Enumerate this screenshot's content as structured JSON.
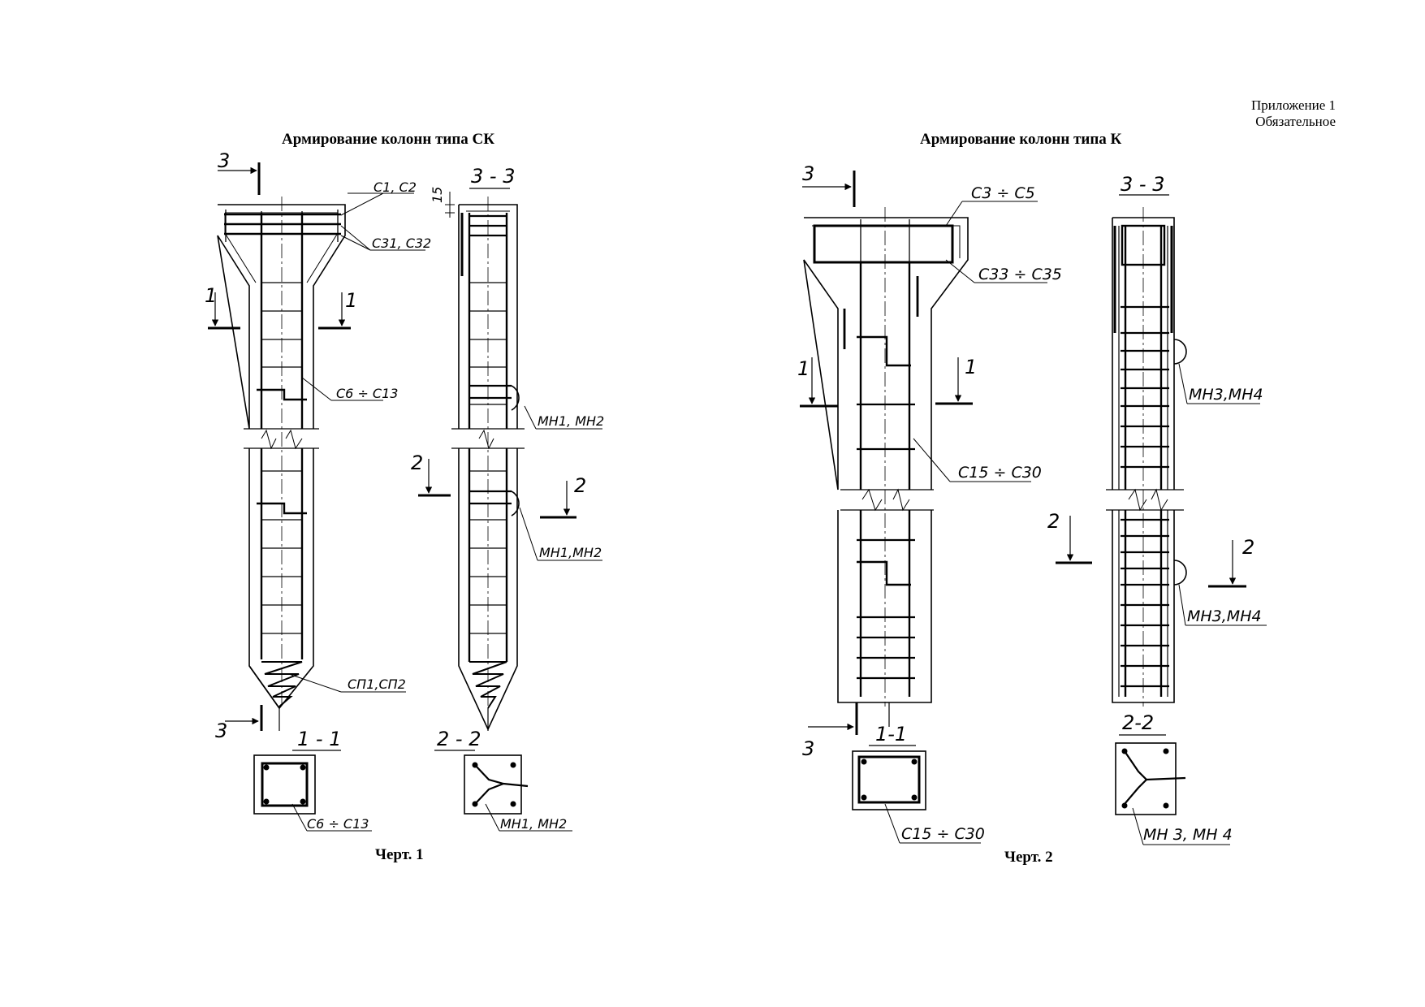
{
  "appendix": {
    "line1": "Приложение 1",
    "line2": "Обязательное"
  },
  "drawing1": {
    "title": "Армирование колонн типа СК",
    "caption": "Черт. 1",
    "labels": {
      "c1c2": "С1, С2",
      "c31c32": "С31, С32",
      "c6c13": "С6 ÷ С13",
      "sp": "СП1,СП2",
      "mn1a": "МН1, МН2",
      "mn1b": "МН1,МН2",
      "c6c13_sec": "С6 ÷ С13",
      "mn1_sec": "МН1, МН2",
      "dim15": "15"
    },
    "sections": {
      "s33": "3 - 3",
      "s11": "1 - 1",
      "s22": "2 - 2",
      "m3": "3",
      "m1": "1",
      "m2": "2"
    }
  },
  "drawing2": {
    "title": "Армирование колонн типа К",
    "caption": "Черт. 2",
    "labels": {
      "c3c5": "С3 ÷ С5",
      "c33c35": "С33 ÷ С35",
      "c15c30": "С15 ÷ С30",
      "mn3a": "МН3,МН4",
      "mn3b": "МН3,МН4",
      "c15c30_sec": "С15 ÷ С30",
      "mn3_sec": "МН 3, МН 4"
    },
    "sections": {
      "s33": "3 - 3",
      "s11": "1-1",
      "s22": "2-2",
      "m3": "3",
      "m1": "1",
      "m2": "2"
    }
  }
}
